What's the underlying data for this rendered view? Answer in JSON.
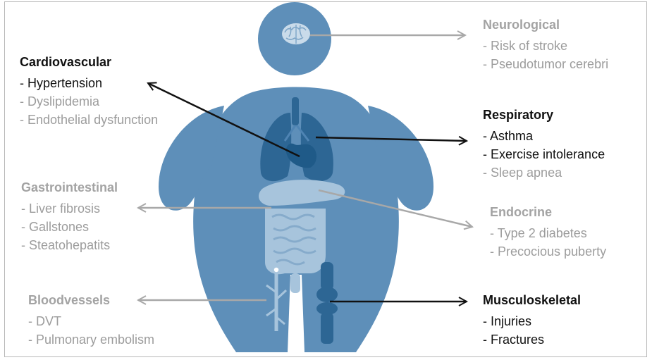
{
  "colors": {
    "body": "#5e8fb9",
    "organ_dark": "#2d6694",
    "organ_mid": "#4f84b3",
    "organ_light": "#a7c4dc",
    "arrow_dark": "#111111",
    "arrow_grey": "#a8a8a8",
    "text_dark": "#111111",
    "text_grey": "#9c9c9c"
  },
  "groups": {
    "neurological": {
      "title": "Neurological",
      "items": [
        "- Risk of stroke",
        "- Pseudotumor cerebri"
      ]
    },
    "cardiovascular": {
      "title": "Cardiovascular",
      "items": [
        "- Hypertension",
        "- Dyslipidemia",
        "- Endothelial dysfunction"
      ]
    },
    "respiratory": {
      "title": "Respiratory",
      "items": [
        "- Asthma",
        "- Exercise intolerance",
        "- Sleep apnea"
      ]
    },
    "gastrointestinal": {
      "title": "Gastrointestinal",
      "items": [
        "- Liver fibrosis",
        "- Gallstones",
        "- Steatohepatits"
      ]
    },
    "endocrine": {
      "title": "Endocrine",
      "items": [
        "- Type 2 diabetes",
        "- Precocious puberty"
      ]
    },
    "bloodvessels": {
      "title": "Bloodvessels",
      "items": [
        "- DVT",
        "- Pulmonary embolism"
      ]
    },
    "musculoskeletal": {
      "title": "Musculoskeletal",
      "items": [
        "- Injuries",
        "- Fractures"
      ]
    }
  },
  "icons": {
    "brain": "brain-icon",
    "lungs": "lungs-icon",
    "heart": "heart-icon",
    "liver": "liver-icon",
    "intestines": "intestines-icon",
    "vein": "vein-icon",
    "knee": "knee-joint-icon"
  }
}
